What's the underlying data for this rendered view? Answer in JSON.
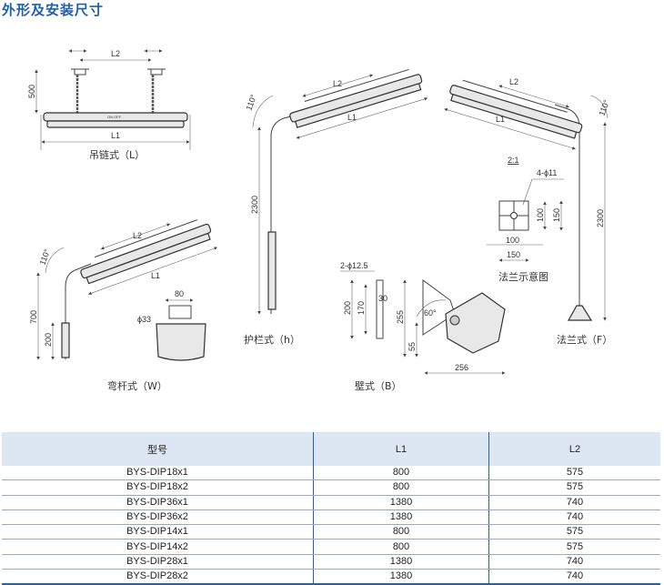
{
  "title": "外形及安装尺寸",
  "diagrams": {
    "chain": {
      "l2": "L2",
      "h500": "500",
      "l1": "L1",
      "switch": "ON OFF",
      "caption": "吊链式（L）"
    },
    "guardrail": {
      "angle": "110°",
      "l2": "L2",
      "l1": "L1",
      "h2300": "2300",
      "caption": "护栏式（h）"
    },
    "flange": {
      "l2": "L2",
      "l1": "L1",
      "angle": "110°",
      "h2300": "2300",
      "caption": "法兰式（F）"
    },
    "flange_detail": {
      "scale": "2:1",
      "holes": "4-ϕ11",
      "v100": "100",
      "v150": "150",
      "h100": "100",
      "h150": "150",
      "caption": "法兰示意图"
    },
    "bent_pole": {
      "angle": "110°",
      "l2": "L2",
      "l1": "L1",
      "h700": "700",
      "h200": "200",
      "w80": "80",
      "d33": "ϕ33",
      "caption": "弯杆式（W）"
    },
    "wall": {
      "holes": "2-ϕ12.5",
      "d30": "30",
      "h200": "200",
      "h170": "170",
      "h255": "255",
      "angle": "60°",
      "h55": "55",
      "w256": "256",
      "caption": "壁式（B）"
    }
  },
  "table": {
    "headers": [
      "型号",
      "L1",
      "L2"
    ],
    "rows": [
      [
        "BYS-DIP18x1",
        "800",
        "575"
      ],
      [
        "BYS-DIP18x2",
        "800",
        "575"
      ],
      [
        "BYS-DIP36x1",
        "1380",
        "740"
      ],
      [
        "BYS-DIP36x2",
        "1380",
        "740"
      ],
      [
        "BYS-DIP14x1",
        "800",
        "575"
      ],
      [
        "BYS-DIP14x2",
        "800",
        "575"
      ],
      [
        "BYS-DIP28x1",
        "1380",
        "740"
      ],
      [
        "BYS-DIP28x2",
        "1380",
        "740"
      ]
    ]
  },
  "colors": {
    "accent": "#1f5fb0",
    "header_bg": "#dde7f3"
  }
}
